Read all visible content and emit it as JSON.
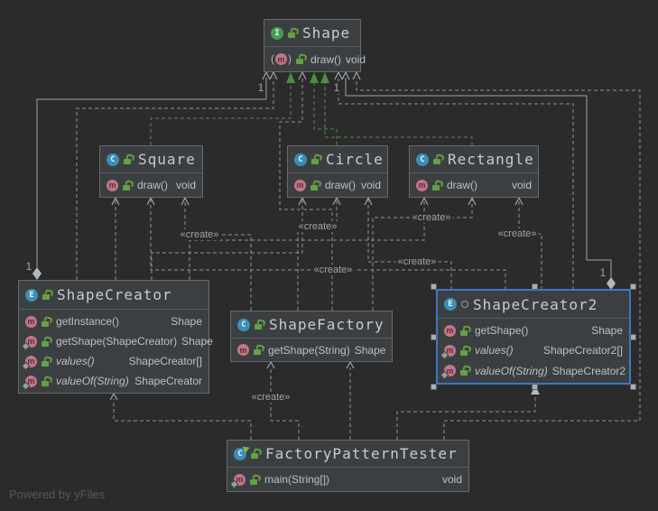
{
  "app": {
    "powered_by": "Powered by yFiles"
  },
  "icons": {
    "interface_letter": "I",
    "class_letter": "C",
    "enum_letter": "E",
    "method_letter": "m"
  },
  "colors": {
    "background": "#2b2b2b",
    "node_fill": "#3c3f41",
    "node_border": "#666a6c",
    "selection_blue": "#3c78c8",
    "realization_green": "#4c8c44",
    "edge_gray": "#9fa3a6",
    "class_icon_blue": "#3a8fb7",
    "interface_icon_green": "#499b54",
    "method_icon_pink": "#c17687",
    "lock_green": "#64a146"
  },
  "edge_labels": {
    "create": "«create»",
    "multiplicity_one": "1"
  },
  "classes": {
    "shape": {
      "title": "Shape",
      "methods": [
        {
          "name": "draw()",
          "type": "void"
        }
      ]
    },
    "square": {
      "title": "Square",
      "methods": [
        {
          "name": "draw()",
          "type": "void"
        }
      ]
    },
    "circle": {
      "title": "Circle",
      "methods": [
        {
          "name": "draw()",
          "type": "void"
        }
      ]
    },
    "rectangle": {
      "title": "Rectangle",
      "methods": [
        {
          "name": "draw()",
          "type": "void"
        }
      ]
    },
    "shape_creator": {
      "title": "ShapeCreator",
      "methods": [
        {
          "name": "getInstance()",
          "type": "Shape"
        },
        {
          "name": "getShape(ShapeCreator)",
          "type": "Shape"
        },
        {
          "name": "values()",
          "type": "ShapeCreator[]"
        },
        {
          "name": "valueOf(String)",
          "type": "ShapeCreator"
        }
      ]
    },
    "shape_factory": {
      "title": "ShapeFactory",
      "methods": [
        {
          "name": "getShape(String)",
          "type": "Shape"
        }
      ]
    },
    "shape_creator2": {
      "title": "ShapeCreator2",
      "methods": [
        {
          "name": "getShape()",
          "type": "Shape"
        },
        {
          "name": "values()",
          "type": "ShapeCreator2[]"
        },
        {
          "name": "valueOf(String)",
          "type": "ShapeCreator2"
        }
      ]
    },
    "factory_pattern_tester": {
      "title": "FactoryPatternTester",
      "methods": [
        {
          "name": "main(String[])",
          "type": "void"
        }
      ]
    }
  }
}
